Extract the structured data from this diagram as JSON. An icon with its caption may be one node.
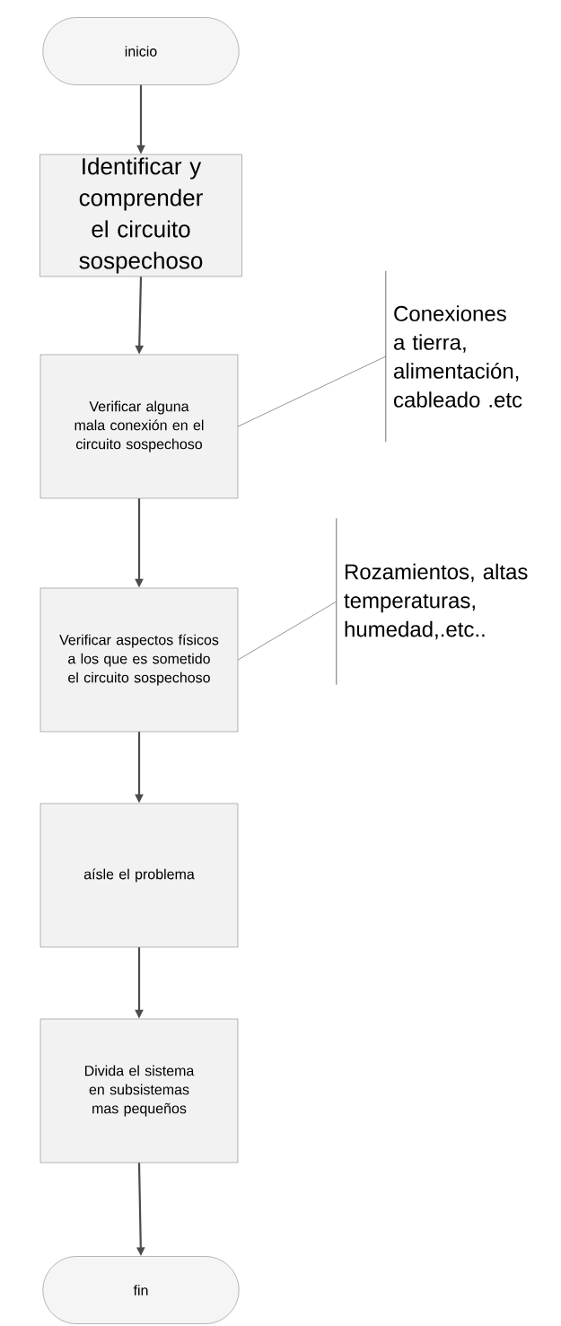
{
  "diagram": {
    "nodes": [
      {
        "text": [
          "inicio"
        ]
      },
      {
        "text": [
          "Identificar y comprender el circuito sospechoso"
        ]
      },
      {
        "text": [
          "Verificar alguna mala conexión en el circuito sospechoso"
        ]
      },
      {
        "text": [
          "Verificar aspectos físicos a los que es sometido el circuito sospechoso"
        ]
      },
      {
        "text": [
          "aísle el problema"
        ]
      },
      {
        "text": [
          "Divida el sistema en subsistemas mas pequeños"
        ]
      },
      {
        "text": [
          "fin"
        ]
      },
      {
        "text": [
          "Conexiones a tierra, alimentación, cableado .etc"
        ]
      },
      {
        "text": [
          "Rozamientos, altas temperaturas, humedad,.etc.."
        ]
      }
    ],
    "edges": [
      {
        "from": 0,
        "to": 1,
        "arrow": "to"
      },
      {
        "from": 1,
        "to": 2,
        "arrow": "to"
      },
      {
        "from": 2,
        "to": 3,
        "arrow": "to"
      },
      {
        "from": 3,
        "to": 4,
        "arrow": "to"
      },
      {
        "from": 4,
        "to": 5,
        "arrow": "to"
      },
      {
        "from": 5,
        "to": 6,
        "arrow": "to"
      },
      {
        "from": 2,
        "to": 7,
        "arrow": "none"
      },
      {
        "from": 3,
        "to": 8,
        "arrow": "none"
      }
    ]
  }
}
